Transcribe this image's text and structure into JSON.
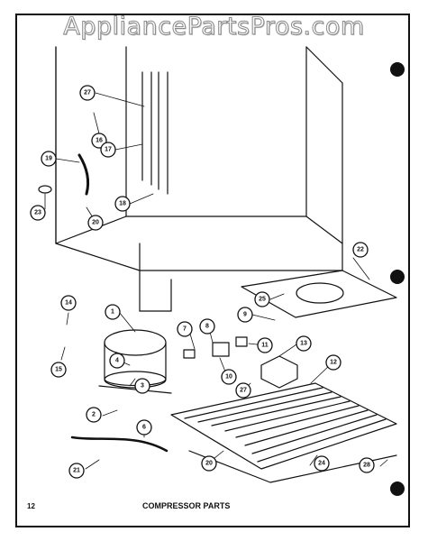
{
  "watermark": "AppliancePartsPros.com",
  "caption": "COMPRESSOR PARTS",
  "page_number": "12",
  "callouts": [
    "27",
    "16",
    "17",
    "19",
    "18",
    "23",
    "20",
    "22",
    "25",
    "9",
    "14",
    "1",
    "7",
    "8",
    "11",
    "13",
    "15",
    "4",
    "3",
    "10",
    "12",
    "27",
    "2",
    "6",
    "21",
    "20",
    "24",
    "28"
  ],
  "colors": {
    "ink": "#111111",
    "paper": "#ffffff",
    "watermark_outline": "#8a8a8a"
  }
}
